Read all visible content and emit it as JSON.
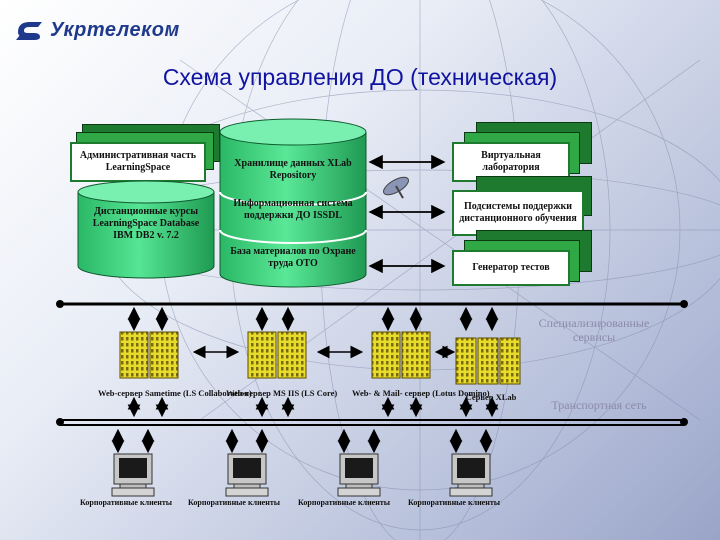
{
  "logo": {
    "text": "Укртелеком"
  },
  "title": "Схема управления ДО (техническая)",
  "left_boxes": {
    "admin": "Административная часть LearningSpace",
    "courses": "Дистанционные курсы LearningSpace Database IBM DB2 v. 7.2"
  },
  "center_cylinder": {
    "section1": "Хранилище данных XLab Repository",
    "section2": "Информационная система поддержки ДО ISSDL",
    "section3": "База материалов по Охране труда ОТО"
  },
  "right_boxes": {
    "lab": "Виртуальная лаборатория",
    "support": "Подсистемы поддержки дистанционного обучения",
    "tests": "Генератор тестов"
  },
  "servers": [
    {
      "label": "Web-сервер Sametime (LS Collaboration)"
    },
    {
      "label": "Web-сервер MS IIS (LS Core)"
    },
    {
      "label": "Web- & Mail- сервер (Lotus Domino)"
    },
    {
      "label": "Сервер XLab"
    }
  ],
  "side_labels": {
    "specialized": "Специализированные сервисы",
    "transport": "Транспортная сеть"
  },
  "clients": [
    {
      "label": "Корпоративные клиенты"
    },
    {
      "label": "Корпоративные клиенты"
    },
    {
      "label": "Корпоративные клиенты"
    },
    {
      "label": "Корпоративные клиенты"
    }
  ],
  "colors": {
    "title": "#1014a0",
    "card_green": "#1e7a2e",
    "cylinder": "#3dd37a",
    "server": "#e8dc2a"
  }
}
